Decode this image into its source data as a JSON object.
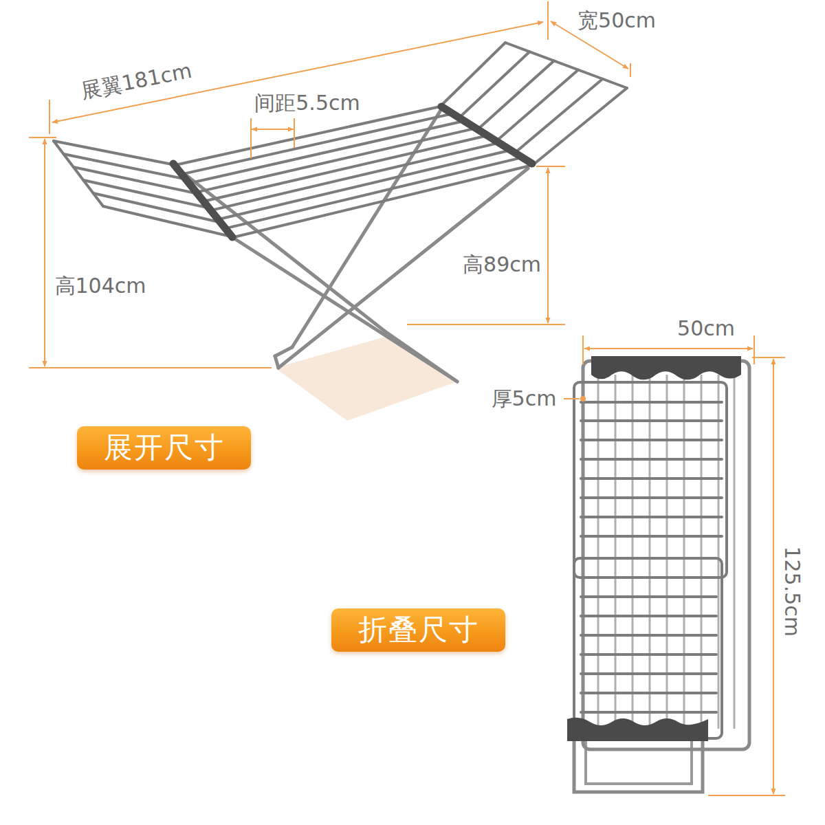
{
  "diagram": {
    "nodes": [
      {
        "text": [
          "展开尺寸"
        ]
      },
      {
        "text": [
          "折叠尺寸"
        ]
      }
    ],
    "labels": [
      "宽50cm",
      "展翼181cm",
      "间距5.5cm",
      "高104cm",
      "高89cm",
      "50cm",
      "厚5cm",
      "125.5cm"
    ]
  }
}
